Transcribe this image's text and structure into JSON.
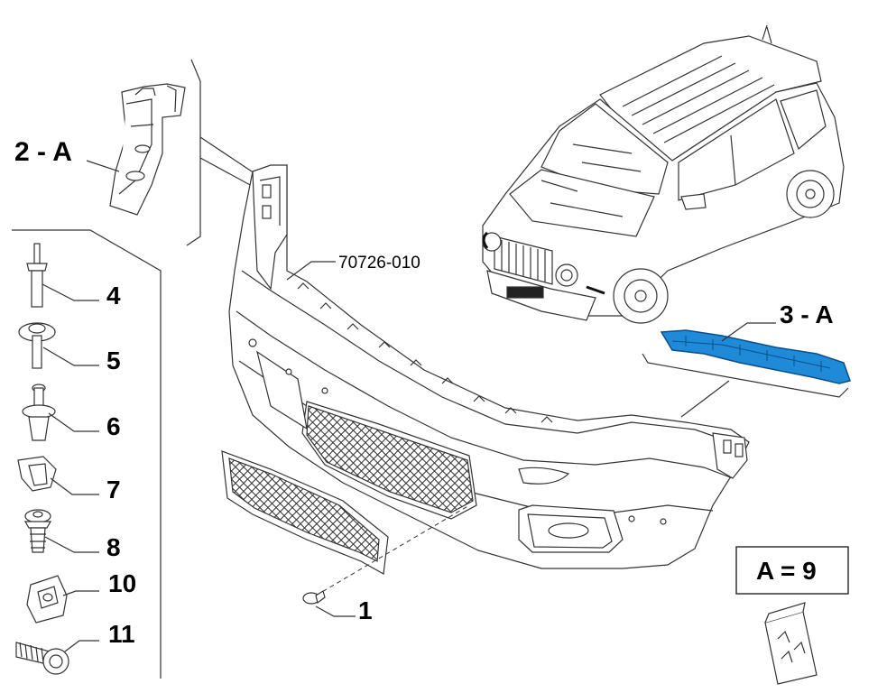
{
  "labels": {
    "part_1": "1",
    "part_2a": "2 - A",
    "part_3a": "3 - A",
    "part_4": "4",
    "part_5": "5",
    "part_6": "6",
    "part_7": "7",
    "part_8": "8",
    "part_10": "10",
    "part_11": "11",
    "reference_code": "70726-010",
    "kit_legend": "A = 9"
  },
  "colors": {
    "line": "#4a4a4a",
    "highlight_fill": "#1e8ad8",
    "highlight_stroke": "#0b4f8a"
  }
}
